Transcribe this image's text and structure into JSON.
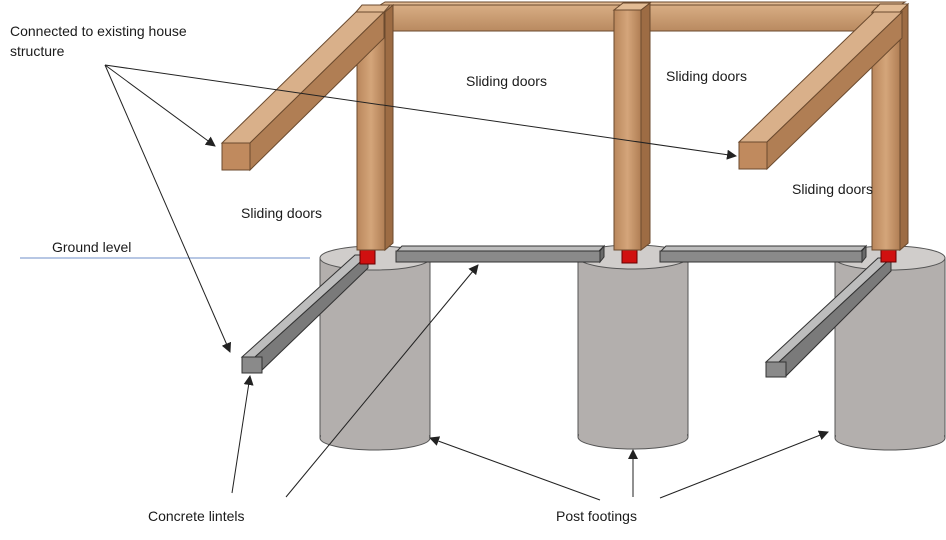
{
  "labels": {
    "house_connection": "Connected to existing house structure",
    "sliding_doors_1": "Sliding doors",
    "sliding_doors_2": "Sliding doors",
    "sliding_doors_3": "Sliding doors",
    "sliding_doors_4": "Sliding doors",
    "ground_level": "Ground level",
    "concrete_lintels": "Concrete lintels",
    "post_footings": "Post footings"
  },
  "colors": {
    "timber": "#c9976b",
    "timber_dark": "#a8754c",
    "concrete": "#b3afad",
    "lintel": "#8a8a8a",
    "bracket": "#d01010",
    "ground_line": "#6f8fc8"
  }
}
